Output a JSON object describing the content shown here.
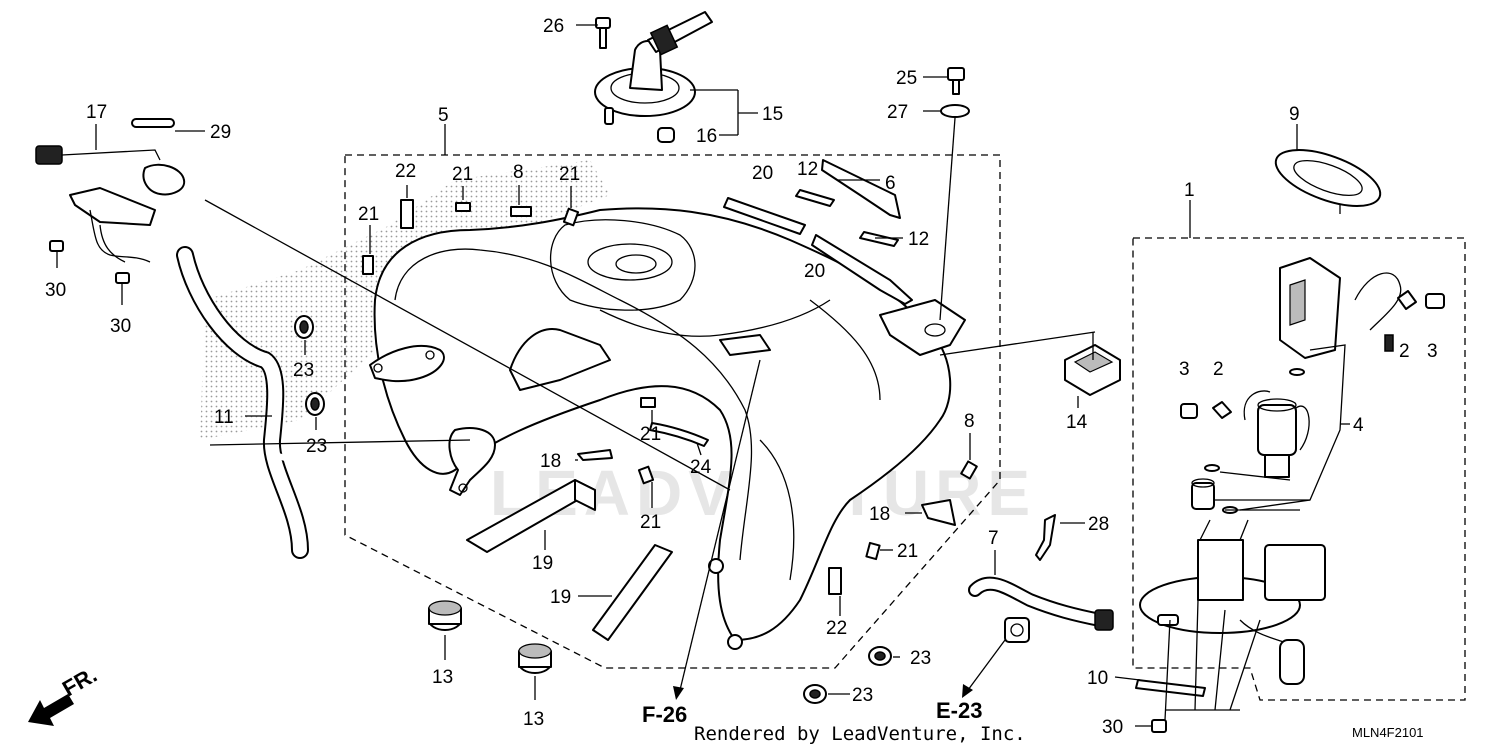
{
  "diagram": {
    "code": "MLN4F2101",
    "credit": "Rendered by LeadVenture, Inc.",
    "watermark": "LEADVENTURE",
    "direction_label": "FR.",
    "references": {
      "ref_f26": "F-26",
      "ref_e23": "E-23"
    },
    "callouts": {
      "c26": "26",
      "c15": "15",
      "c16": "16",
      "c25": "25",
      "c27": "27",
      "c9": "9",
      "c17": "17",
      "c29": "29",
      "c5": "5",
      "c1": "1",
      "c22a": "22",
      "c21a": "21",
      "c8a": "8",
      "c21b": "21",
      "c20a": "20",
      "c12a": "12",
      "c6": "6",
      "c12b": "12",
      "c20b": "20",
      "c21c": "21",
      "c30a": "30",
      "c30b": "30",
      "c23a": "23",
      "c23b": "23",
      "c11": "11",
      "c21d": "21",
      "c24": "24",
      "c18a": "18",
      "c21e": "21",
      "c19a": "19",
      "c19b": "19",
      "c8b": "8",
      "c18b": "18",
      "c21f": "21",
      "c22b": "22",
      "c14": "14",
      "c7": "7",
      "c28": "28",
      "c13a": "13",
      "c13b": "13",
      "c23c": "23",
      "c23d": "23",
      "c2a": "2",
      "c3a": "3",
      "c3b": "3",
      "c2b": "2",
      "c4": "4",
      "c10": "10",
      "c30c": "30"
    }
  }
}
